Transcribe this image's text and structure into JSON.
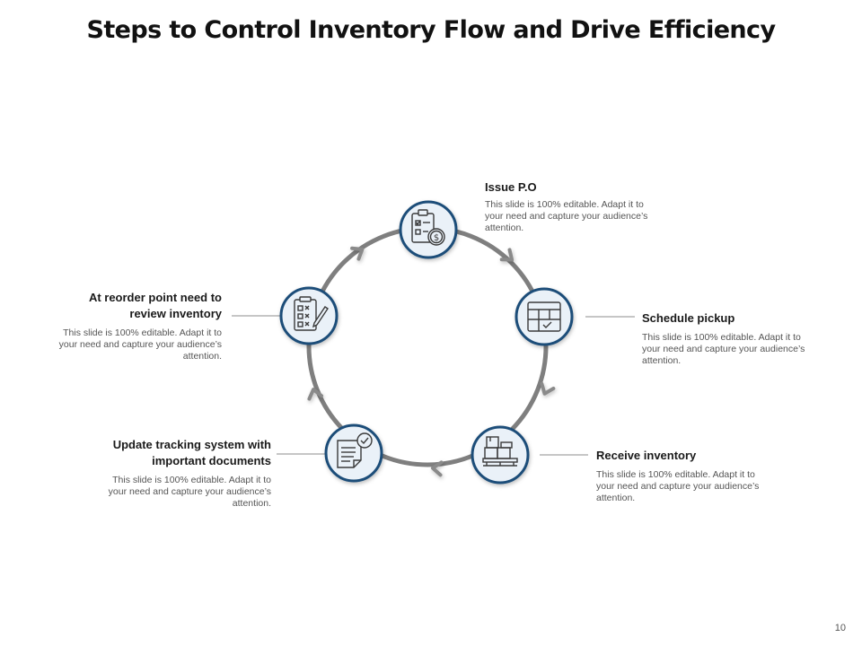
{
  "title": "Steps to Control Inventory Flow and Drive Efficiency",
  "colors": {
    "ring": "#7f7f7f",
    "node_border": "#1f4e79",
    "node_fill": "#eaf1f8",
    "icon_stroke": "#3a3a3a",
    "connector": "#8c8c8c"
  },
  "steps": [
    {
      "heading": "Issue P.O",
      "description": "This slide is 100% editable. Adapt it to your need and capture your audience’s attention.",
      "icon": "clipboard-dollar-icon"
    },
    {
      "heading": "Schedule pickup",
      "description": "This slide is 100% editable. Adapt it to your need and capture your audience’s attention.",
      "icon": "calendar-check-icon"
    },
    {
      "heading": "Receive inventory",
      "description": "This slide is 100% editable. Adapt it to your need and capture your audience’s attention.",
      "icon": "boxes-pallet-icon"
    },
    {
      "heading": "Update tracking system with important documents",
      "description": "This slide is 100% editable. Adapt it to your need and capture your audience’s attention.",
      "icon": "document-check-icon"
    },
    {
      "heading": "At reorder point need to review inventory",
      "description": "This slide is 100% editable. Adapt it to your need and capture your audience’s attention.",
      "icon": "checklist-pen-icon"
    }
  ],
  "page_number": "10"
}
